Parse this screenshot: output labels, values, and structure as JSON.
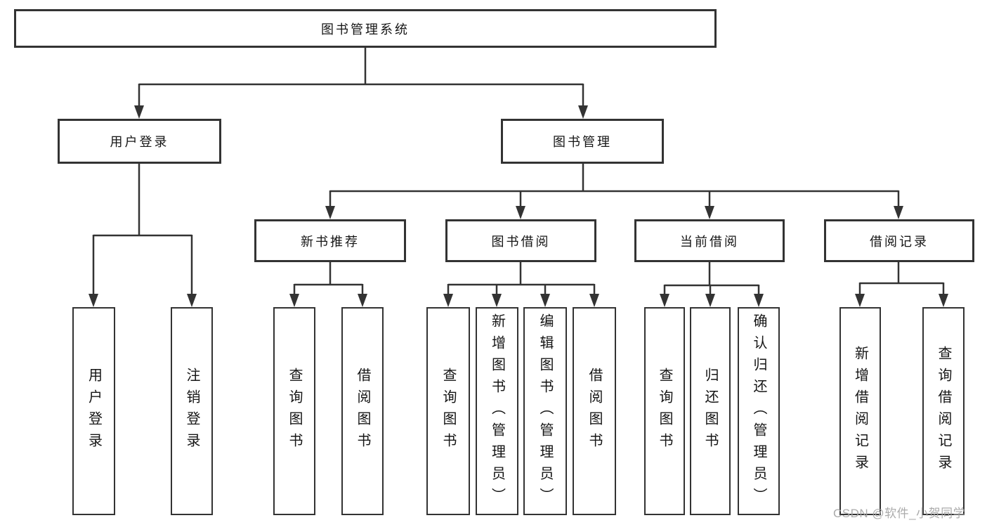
{
  "tree": {
    "root": {
      "label": "图书管理系统"
    },
    "branches": [
      {
        "label": "用户登录",
        "children": [
          "用户登录",
          "注销登录"
        ]
      },
      {
        "label": "图书管理",
        "children": [
          {
            "label": "新书推荐",
            "children": [
              "查询图书",
              "借阅图书"
            ]
          },
          {
            "label": "图书借阅",
            "children": [
              "查询图书",
              "新增图书（管理员）",
              "编辑图书（管理员）",
              "借阅图书"
            ]
          },
          {
            "label": "当前借阅",
            "children": [
              "查询图书",
              "归还图书",
              "确认归还（管理员）"
            ]
          },
          {
            "label": "借阅记录",
            "children": [
              "新增借阅记录",
              "查询借阅记录"
            ]
          }
        ]
      }
    ]
  },
  "watermark": {
    "text": "CSDN @软件_小贺同学"
  },
  "colors": {
    "line": "#333333",
    "box_border": "#333333",
    "text": "#151515",
    "watermark": "#a4a4a4",
    "background": "#ffffff"
  }
}
